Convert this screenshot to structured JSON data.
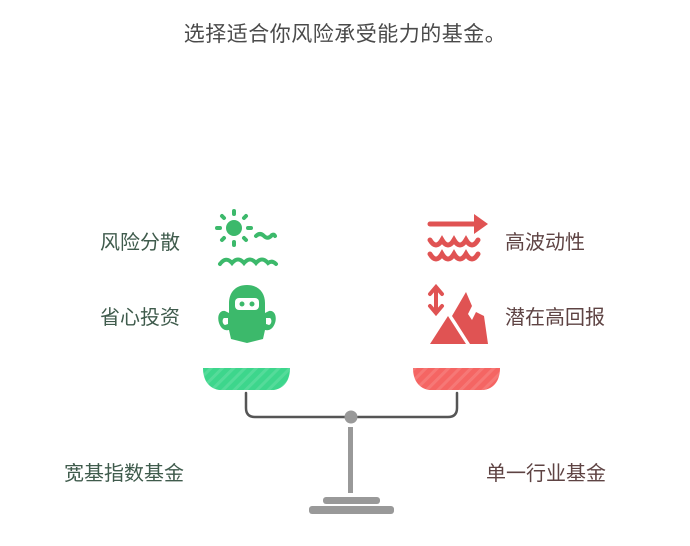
{
  "title": "选择适合你风险承受能力的基金。",
  "left": {
    "name": "宽基指数基金",
    "color": "#3dd68c",
    "icon_color": "#3cb96b",
    "text_color": "#3f5b4c",
    "features": [
      {
        "label": "风险分散",
        "icon": "sun-waves-icon"
      },
      {
        "label": "省心投资",
        "icon": "person-reading-icon"
      }
    ]
  },
  "right": {
    "name": "单一行业基金",
    "color": "#f56563",
    "icon_color": "#e05353",
    "text_color": "#5e4343",
    "features": [
      {
        "label": "高波动性",
        "icon": "waves-arrow-icon"
      },
      {
        "label": "潜在高回报",
        "icon": "mountain-arrow-icon"
      }
    ]
  },
  "scale": {
    "beam_color": "#555555",
    "stand_color": "#999999"
  }
}
